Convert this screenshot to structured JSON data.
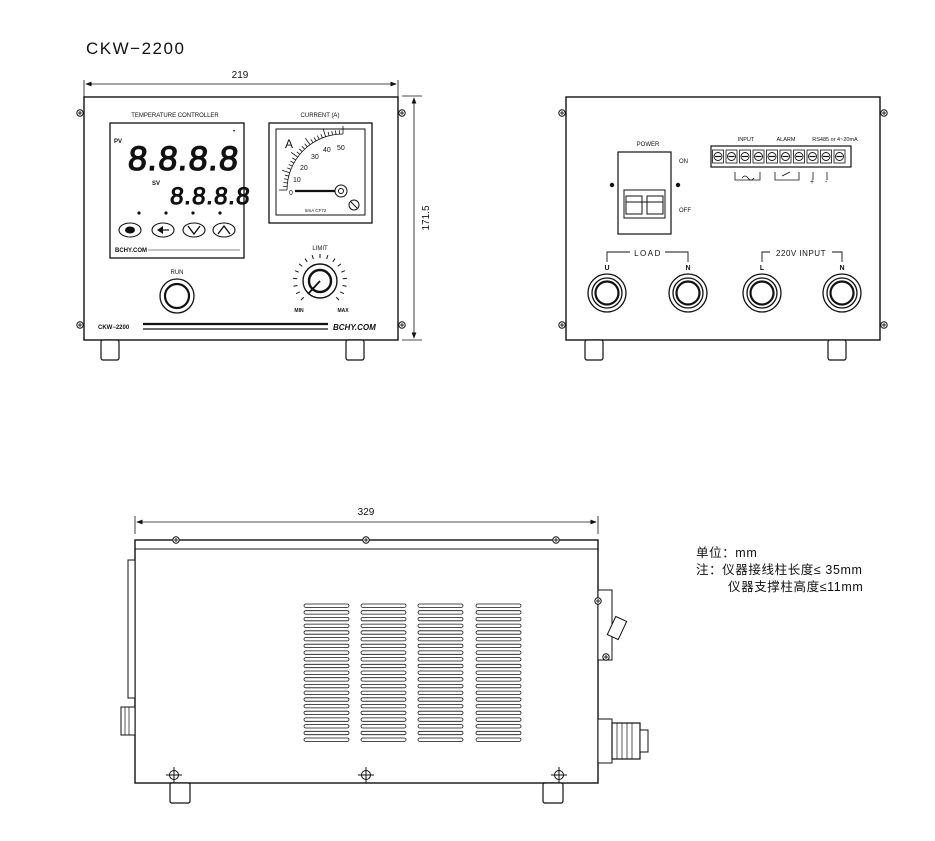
{
  "model": "CKW−2200",
  "front_view": {
    "width_dim": "219",
    "height_dim": "171.5",
    "controller_title": "TEMPERATURE CONTROLLER",
    "pv_label": "PV",
    "sv_label": "SV",
    "pv_display": "8.8.8.8",
    "sv_display": "8.8.8.8",
    "controller_brand": "BCHY.COM",
    "ammeter_title": "CURRENT (A)",
    "ammeter_unit": "A",
    "ammeter_scale": [
      "0",
      "10",
      "20",
      "30",
      "40",
      "50"
    ],
    "ammeter_model": "5mA CF72",
    "run_label": "RUN",
    "limit_label": "LIMIT",
    "limit_min": "MIN",
    "limit_max": "MAX",
    "model_badge": "CKW−2200",
    "brand": "BCHY.COM"
  },
  "back_view": {
    "power_label": "POWER",
    "on_label": "ON",
    "off_label": "OFF",
    "terminal_labels": [
      "INPUT",
      "ALARM",
      "RS485 or 4~20mA"
    ],
    "load_label": "LOAD",
    "load_u": "U",
    "load_n": "N",
    "input_label": "220V INPUT",
    "input_l": "L",
    "input_n": "N"
  },
  "side_view": {
    "length_dim": "329"
  },
  "notes": {
    "unit": "单位：mm",
    "note1": "注：仪器接线柱长度≤ 35mm",
    "note2": "仪器支撑柱高度≤11mm"
  }
}
